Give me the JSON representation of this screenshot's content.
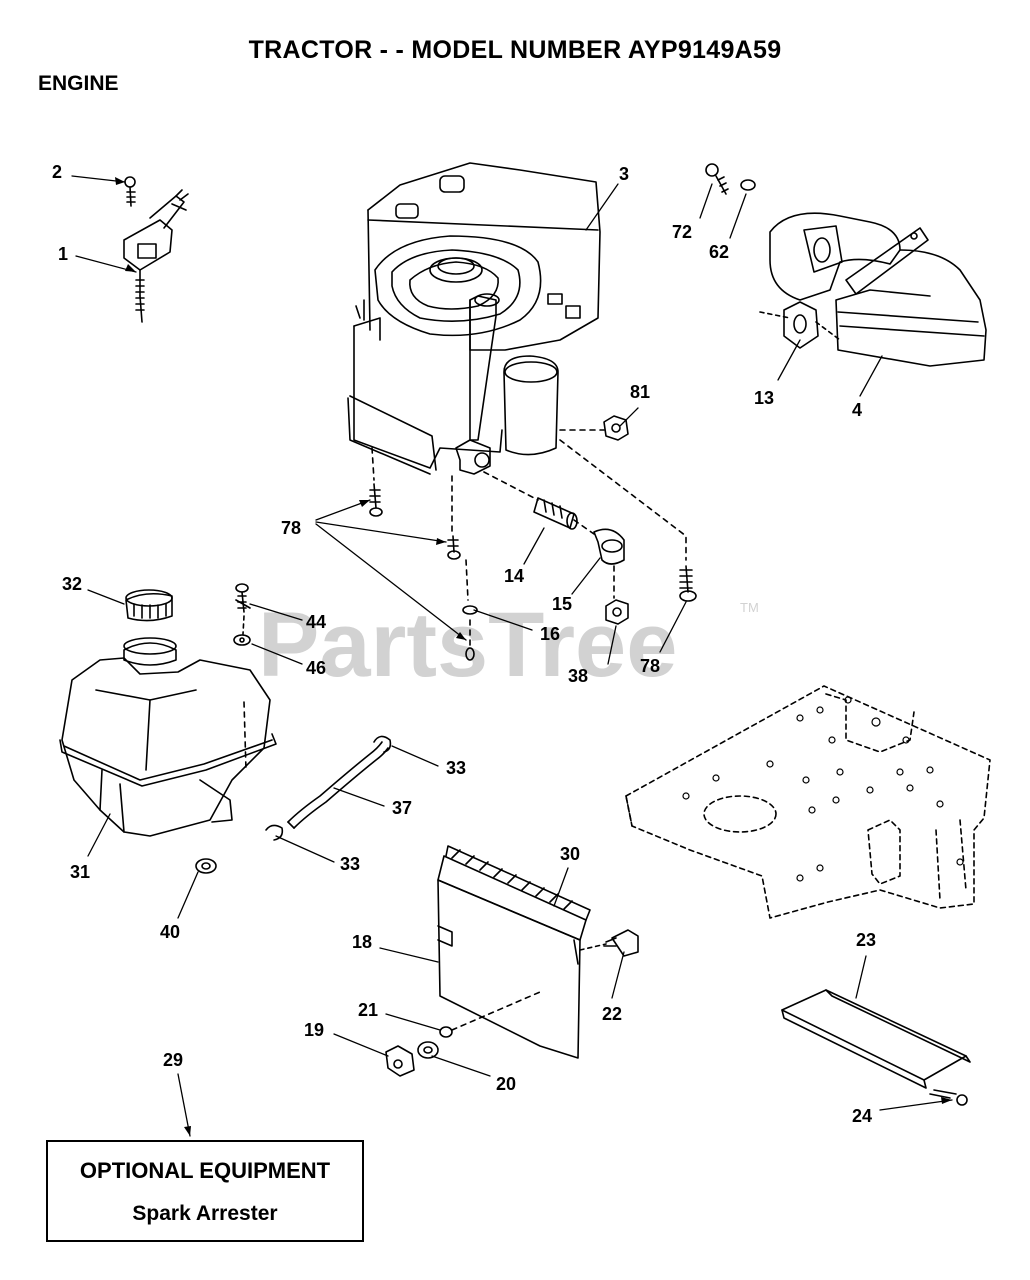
{
  "title": "TRACTOR - - MODEL NUMBER AYP9149A59",
  "section": "ENGINE",
  "watermark": {
    "text": "PartsTree",
    "mark": "TM"
  },
  "optional_box": {
    "heading": "OPTIONAL EQUIPMENT",
    "item": "Spark Arrester"
  },
  "callouts": {
    "c1": "1",
    "c2": "2",
    "c3": "3",
    "c4": "4",
    "c13": "13",
    "c14": "14",
    "c15": "15",
    "c16": "16",
    "c18": "18",
    "c19": "19",
    "c20": "20",
    "c21": "21",
    "c22": "22",
    "c23": "23",
    "c24": "24",
    "c29": "29",
    "c30": "30",
    "c31": "31",
    "c32": "32",
    "c33a": "33",
    "c33b": "33",
    "c37": "37",
    "c38": "38",
    "c40": "40",
    "c44": "44",
    "c46": "46",
    "c62": "62",
    "c72": "72",
    "c78a": "78",
    "c78b": "78",
    "c81": "81"
  },
  "colors": {
    "line": "#000000",
    "watermark": "#d2d2d2",
    "background": "#ffffff"
  }
}
